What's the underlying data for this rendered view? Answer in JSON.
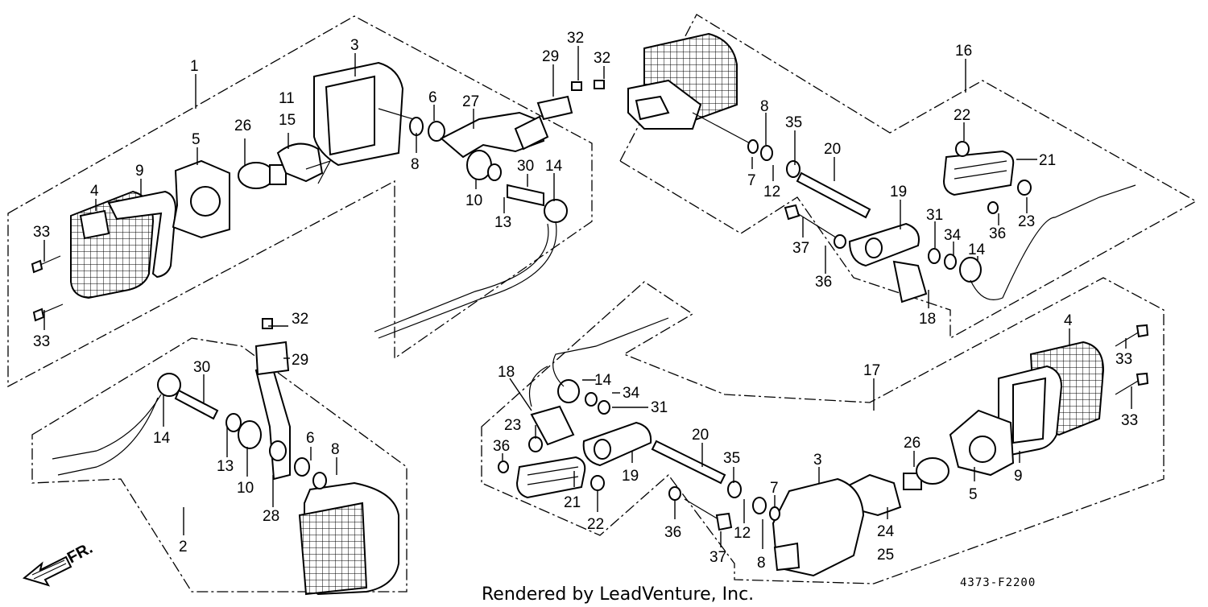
{
  "credit": "Rendered by LeadVenture, Inc.",
  "diagram_code": "4373-F2200",
  "front_indicator": "FR.",
  "labels": [
    {
      "id": "l1",
      "text": "1"
    },
    {
      "id": "l3a",
      "text": "3"
    },
    {
      "id": "l11",
      "text": "11"
    },
    {
      "id": "l15a",
      "text": "15"
    },
    {
      "id": "l26a",
      "text": "26"
    },
    {
      "id": "l5a",
      "text": "5"
    },
    {
      "id": "l9a",
      "text": "9"
    },
    {
      "id": "l4a",
      "text": "4"
    },
    {
      "id": "l33a",
      "text": "33"
    },
    {
      "id": "l33b",
      "text": "33"
    },
    {
      "id": "l6a",
      "text": "6"
    },
    {
      "id": "l8a",
      "text": "8"
    },
    {
      "id": "l27",
      "text": "27"
    },
    {
      "id": "l29a",
      "text": "29"
    },
    {
      "id": "l32a",
      "text": "32"
    },
    {
      "id": "l32b",
      "text": "32"
    },
    {
      "id": "l10a",
      "text": "10"
    },
    {
      "id": "l30a",
      "text": "30"
    },
    {
      "id": "l14a",
      "text": "14"
    },
    {
      "id": "l13a",
      "text": "13"
    },
    {
      "id": "l32c",
      "text": "32"
    },
    {
      "id": "l29b",
      "text": "29"
    },
    {
      "id": "l30b",
      "text": "30"
    },
    {
      "id": "l14b",
      "text": "14"
    },
    {
      "id": "l13b",
      "text": "13"
    },
    {
      "id": "l10b",
      "text": "10"
    },
    {
      "id": "l6b",
      "text": "6"
    },
    {
      "id": "l8b",
      "text": "8"
    },
    {
      "id": "l28",
      "text": "28"
    },
    {
      "id": "l2",
      "text": "2"
    },
    {
      "id": "l16",
      "text": "16"
    },
    {
      "id": "l8c",
      "text": "8"
    },
    {
      "id": "l35a",
      "text": "35"
    },
    {
      "id": "l20a",
      "text": "20"
    },
    {
      "id": "l7a",
      "text": "7"
    },
    {
      "id": "l12a",
      "text": "12"
    },
    {
      "id": "l22a",
      "text": "22"
    },
    {
      "id": "l21a",
      "text": "21"
    },
    {
      "id": "l19a",
      "text": "19"
    },
    {
      "id": "l37a",
      "text": "37"
    },
    {
      "id": "l31a",
      "text": "31"
    },
    {
      "id": "l34a",
      "text": "34"
    },
    {
      "id": "l36a",
      "text": "36"
    },
    {
      "id": "l23a",
      "text": "23"
    },
    {
      "id": "l36b",
      "text": "36"
    },
    {
      "id": "l14c",
      "text": "14"
    },
    {
      "id": "l18a",
      "text": "18"
    },
    {
      "id": "l4b",
      "text": "4"
    },
    {
      "id": "l33c",
      "text": "33"
    },
    {
      "id": "l33d",
      "text": "33"
    },
    {
      "id": "l17",
      "text": "17"
    },
    {
      "id": "l18b",
      "text": "18"
    },
    {
      "id": "l14d",
      "text": "14"
    },
    {
      "id": "l34b",
      "text": "34"
    },
    {
      "id": "l31b",
      "text": "31"
    },
    {
      "id": "l23b",
      "text": "23"
    },
    {
      "id": "l36c",
      "text": "36"
    },
    {
      "id": "l20b",
      "text": "20"
    },
    {
      "id": "l19b",
      "text": "19"
    },
    {
      "id": "l21b",
      "text": "21"
    },
    {
      "id": "l22b",
      "text": "22"
    },
    {
      "id": "l35b",
      "text": "35"
    },
    {
      "id": "l3b",
      "text": "3"
    },
    {
      "id": "l7b",
      "text": "7"
    },
    {
      "id": "l26b",
      "text": "26"
    },
    {
      "id": "l9b",
      "text": "9"
    },
    {
      "id": "l5b",
      "text": "5"
    },
    {
      "id": "l36d",
      "text": "36"
    },
    {
      "id": "l12b",
      "text": "12"
    },
    {
      "id": "l24",
      "text": "24"
    },
    {
      "id": "l25",
      "text": "25"
    },
    {
      "id": "l8d",
      "text": "8"
    },
    {
      "id": "l37b",
      "text": "37"
    }
  ]
}
